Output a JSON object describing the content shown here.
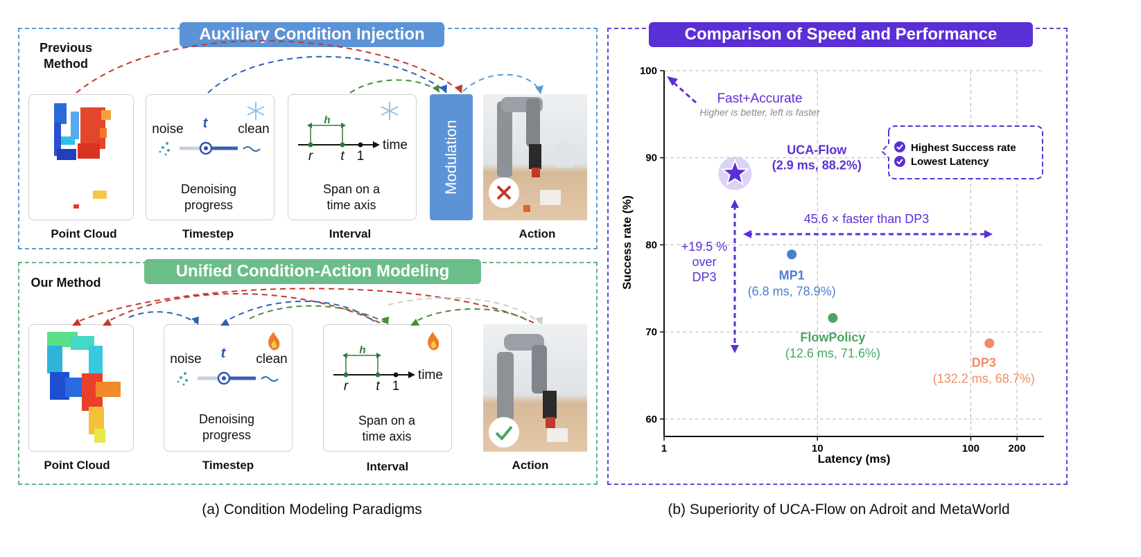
{
  "left": {
    "top_title": "Auxiliary Condition Injection",
    "bottom_title": "Unified Condition-Action Modeling",
    "previous_method": "Previous Method",
    "our_method": "Our Method",
    "point_cloud": "Point Cloud",
    "timestep": "Timestep",
    "interval": "Interval",
    "action": "Action",
    "noise": "noise",
    "clean": "clean",
    "t_symbol": "t",
    "denoising_line1": "Denoising",
    "denoising_line2": "progress",
    "h_symbol": "h",
    "r_symbol": "r",
    "one_symbol": "1",
    "time_word": "time",
    "span_line1": "Span on a",
    "span_line2": "time axis",
    "modulation": "Modulation",
    "caption": "(a) Condition Modeling  Paradigms"
  },
  "right": {
    "title": "Comparison of Speed and Performance",
    "caption": "(b) Superiority of UCA-Flow on Adroit and MetaWorld",
    "fast_accurate": "Fast+Accurate",
    "hint": "Higher is better, left is faster",
    "legend_items": [
      "Highest Success rate",
      "Lowest Latency"
    ],
    "speedup": "45.6 × faster than DP3",
    "gain_line1": "+19.5 %",
    "gain_line2": "over",
    "gain_line3": "DP3"
  },
  "colors": {
    "blue": "#5a9bd5",
    "green": "#5fb87f",
    "purple": "#6a3fd6",
    "mp1": "#4a7fd0",
    "flowpolicy": "#4aa564",
    "dp3": "#f08c64"
  },
  "chart_data": {
    "type": "scatter",
    "xlabel": "Latency (ms)",
    "ylabel": "Success rate (%)",
    "xscale": "log",
    "xlim": [
      1,
      300
    ],
    "ylim": [
      58,
      100
    ],
    "xticks": [
      "1",
      "10",
      "100",
      "200"
    ],
    "yticks": [
      "60",
      "70",
      "80",
      "90",
      "100"
    ],
    "grid": true,
    "points": [
      {
        "name": "UCA-Flow",
        "label": "(2.9 ms, 88.2%)",
        "x": 2.9,
        "y": 88.2,
        "marker": "star"
      },
      {
        "name": "MP1",
        "label": "(6.8 ms, 78.9%)",
        "x": 6.8,
        "y": 78.9,
        "marker": "circle"
      },
      {
        "name": "FlowPolicy",
        "label": "(12.6 ms, 71.6%)",
        "x": 12.6,
        "y": 71.6,
        "marker": "circle"
      },
      {
        "name": "DP3",
        "label": "(132.2 ms, 68.7%)",
        "x": 132.2,
        "y": 68.7,
        "marker": "circle"
      }
    ]
  }
}
